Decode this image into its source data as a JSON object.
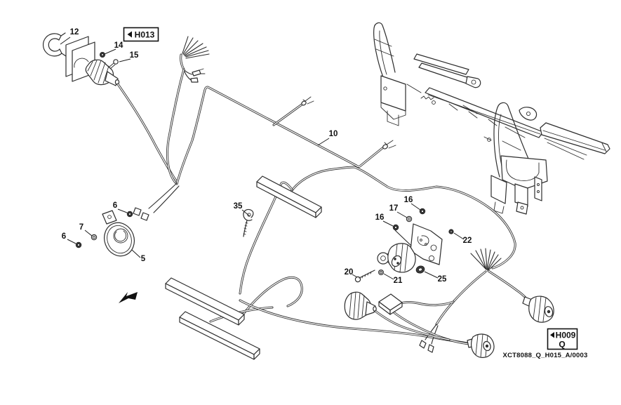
{
  "diagram": {
    "title": "wiring-harness-exploded-parts-diagram",
    "drawing_code": "XCT8088_Q_H015_A/0003",
    "ref_boxes": [
      {
        "id": "h013",
        "label": "H013"
      },
      {
        "id": "h009",
        "label": "H009",
        "sub_label": "Q"
      }
    ],
    "callouts": [
      "12",
      "14",
      "15",
      "10",
      "6",
      "7",
      "6",
      "5",
      "35",
      "16",
      "17",
      "16",
      "22",
      "20",
      "21",
      "25"
    ]
  }
}
